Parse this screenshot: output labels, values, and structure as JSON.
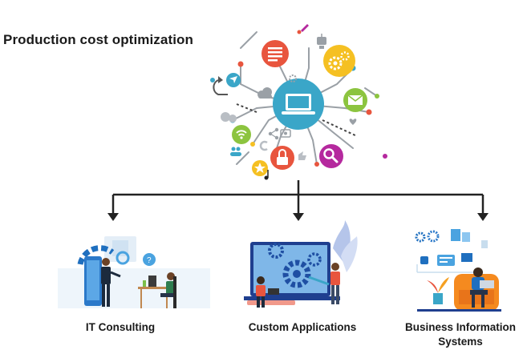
{
  "title": "Production cost optimization",
  "branches": [
    {
      "label": "IT Consulting"
    },
    {
      "label": "Custom Applications"
    },
    {
      "label_line1": "Business Information",
      "label_line2": "Systems"
    }
  ],
  "hub": {
    "icons": [
      "laptop-icon",
      "document-icon",
      "gear-icon",
      "mail-icon",
      "magnifier-icon",
      "lock-icon",
      "wifi-icon",
      "star-icon",
      "share-icon",
      "rocket-icon",
      "robot-icon",
      "cloud-icon",
      "chat-icon",
      "heart-icon",
      "users-icon",
      "camera-icon",
      "thumbs-up-icon",
      "music-icon",
      "refresh-icon",
      "send-icon"
    ]
  },
  "colors": {
    "center": "#3aa6c8",
    "red": "#e8553e",
    "yellow": "#f5c022",
    "green": "#8cc43f",
    "magenta": "#b5299e",
    "line": "#222222"
  }
}
